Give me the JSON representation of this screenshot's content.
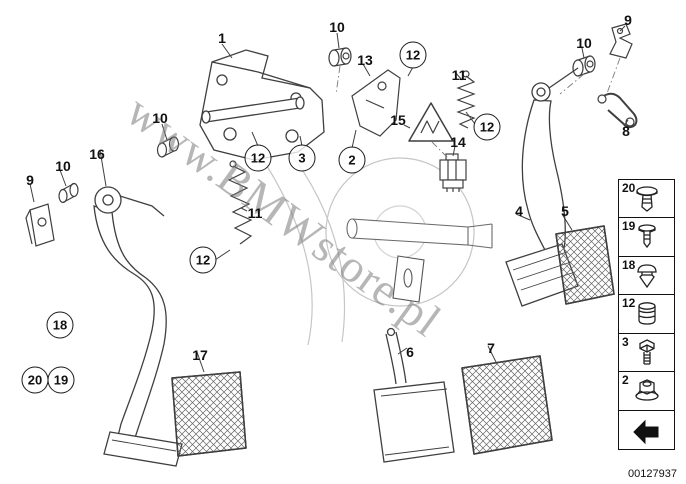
{
  "watermark": {
    "text": "www.BMWstore.pl"
  },
  "part_number": "00127937",
  "colors": {
    "line": "#3f3f3f",
    "ghost": "#c6c6c6",
    "watermark": "#7a7a7a"
  },
  "callouts": [
    {
      "label": "1",
      "circled": false
    },
    {
      "label": "10",
      "circled": false
    },
    {
      "label": "13",
      "circled": false
    },
    {
      "label": "12",
      "circled": true
    },
    {
      "label": "11",
      "circled": false
    },
    {
      "label": "10",
      "circled": false
    },
    {
      "label": "9",
      "circled": false
    },
    {
      "label": "12",
      "circled": true
    },
    {
      "label": "8",
      "circled": false
    },
    {
      "label": "15",
      "circled": false
    },
    {
      "label": "14",
      "circled": false
    },
    {
      "label": "10",
      "circled": false
    },
    {
      "label": "16",
      "circled": false
    },
    {
      "label": "10",
      "circled": false
    },
    {
      "label": "9",
      "circled": false
    },
    {
      "label": "12",
      "circled": true
    },
    {
      "label": "3",
      "circled": true
    },
    {
      "label": "2",
      "circled": true
    },
    {
      "label": "11",
      "circled": false
    },
    {
      "label": "12",
      "circled": true
    },
    {
      "label": "18",
      "circled": true
    },
    {
      "label": "20",
      "circled": true
    },
    {
      "label": "19",
      "circled": true
    },
    {
      "label": "17",
      "circled": false
    },
    {
      "label": "4",
      "circled": false
    },
    {
      "label": "5",
      "circled": false
    },
    {
      "label": "6",
      "circled": false
    },
    {
      "label": "7",
      "circled": false
    }
  ],
  "legend": {
    "items": [
      {
        "label": "20",
        "icon": "push-rivet-icon"
      },
      {
        "label": "19",
        "icon": "expanding-rivet-icon"
      },
      {
        "label": "18",
        "icon": "grommet-icon"
      },
      {
        "label": "12",
        "icon": "cap-bushing-icon"
      },
      {
        "label": "3",
        "icon": "hex-bolt-icon"
      },
      {
        "label": "2",
        "icon": "flange-nut-icon"
      }
    ]
  }
}
